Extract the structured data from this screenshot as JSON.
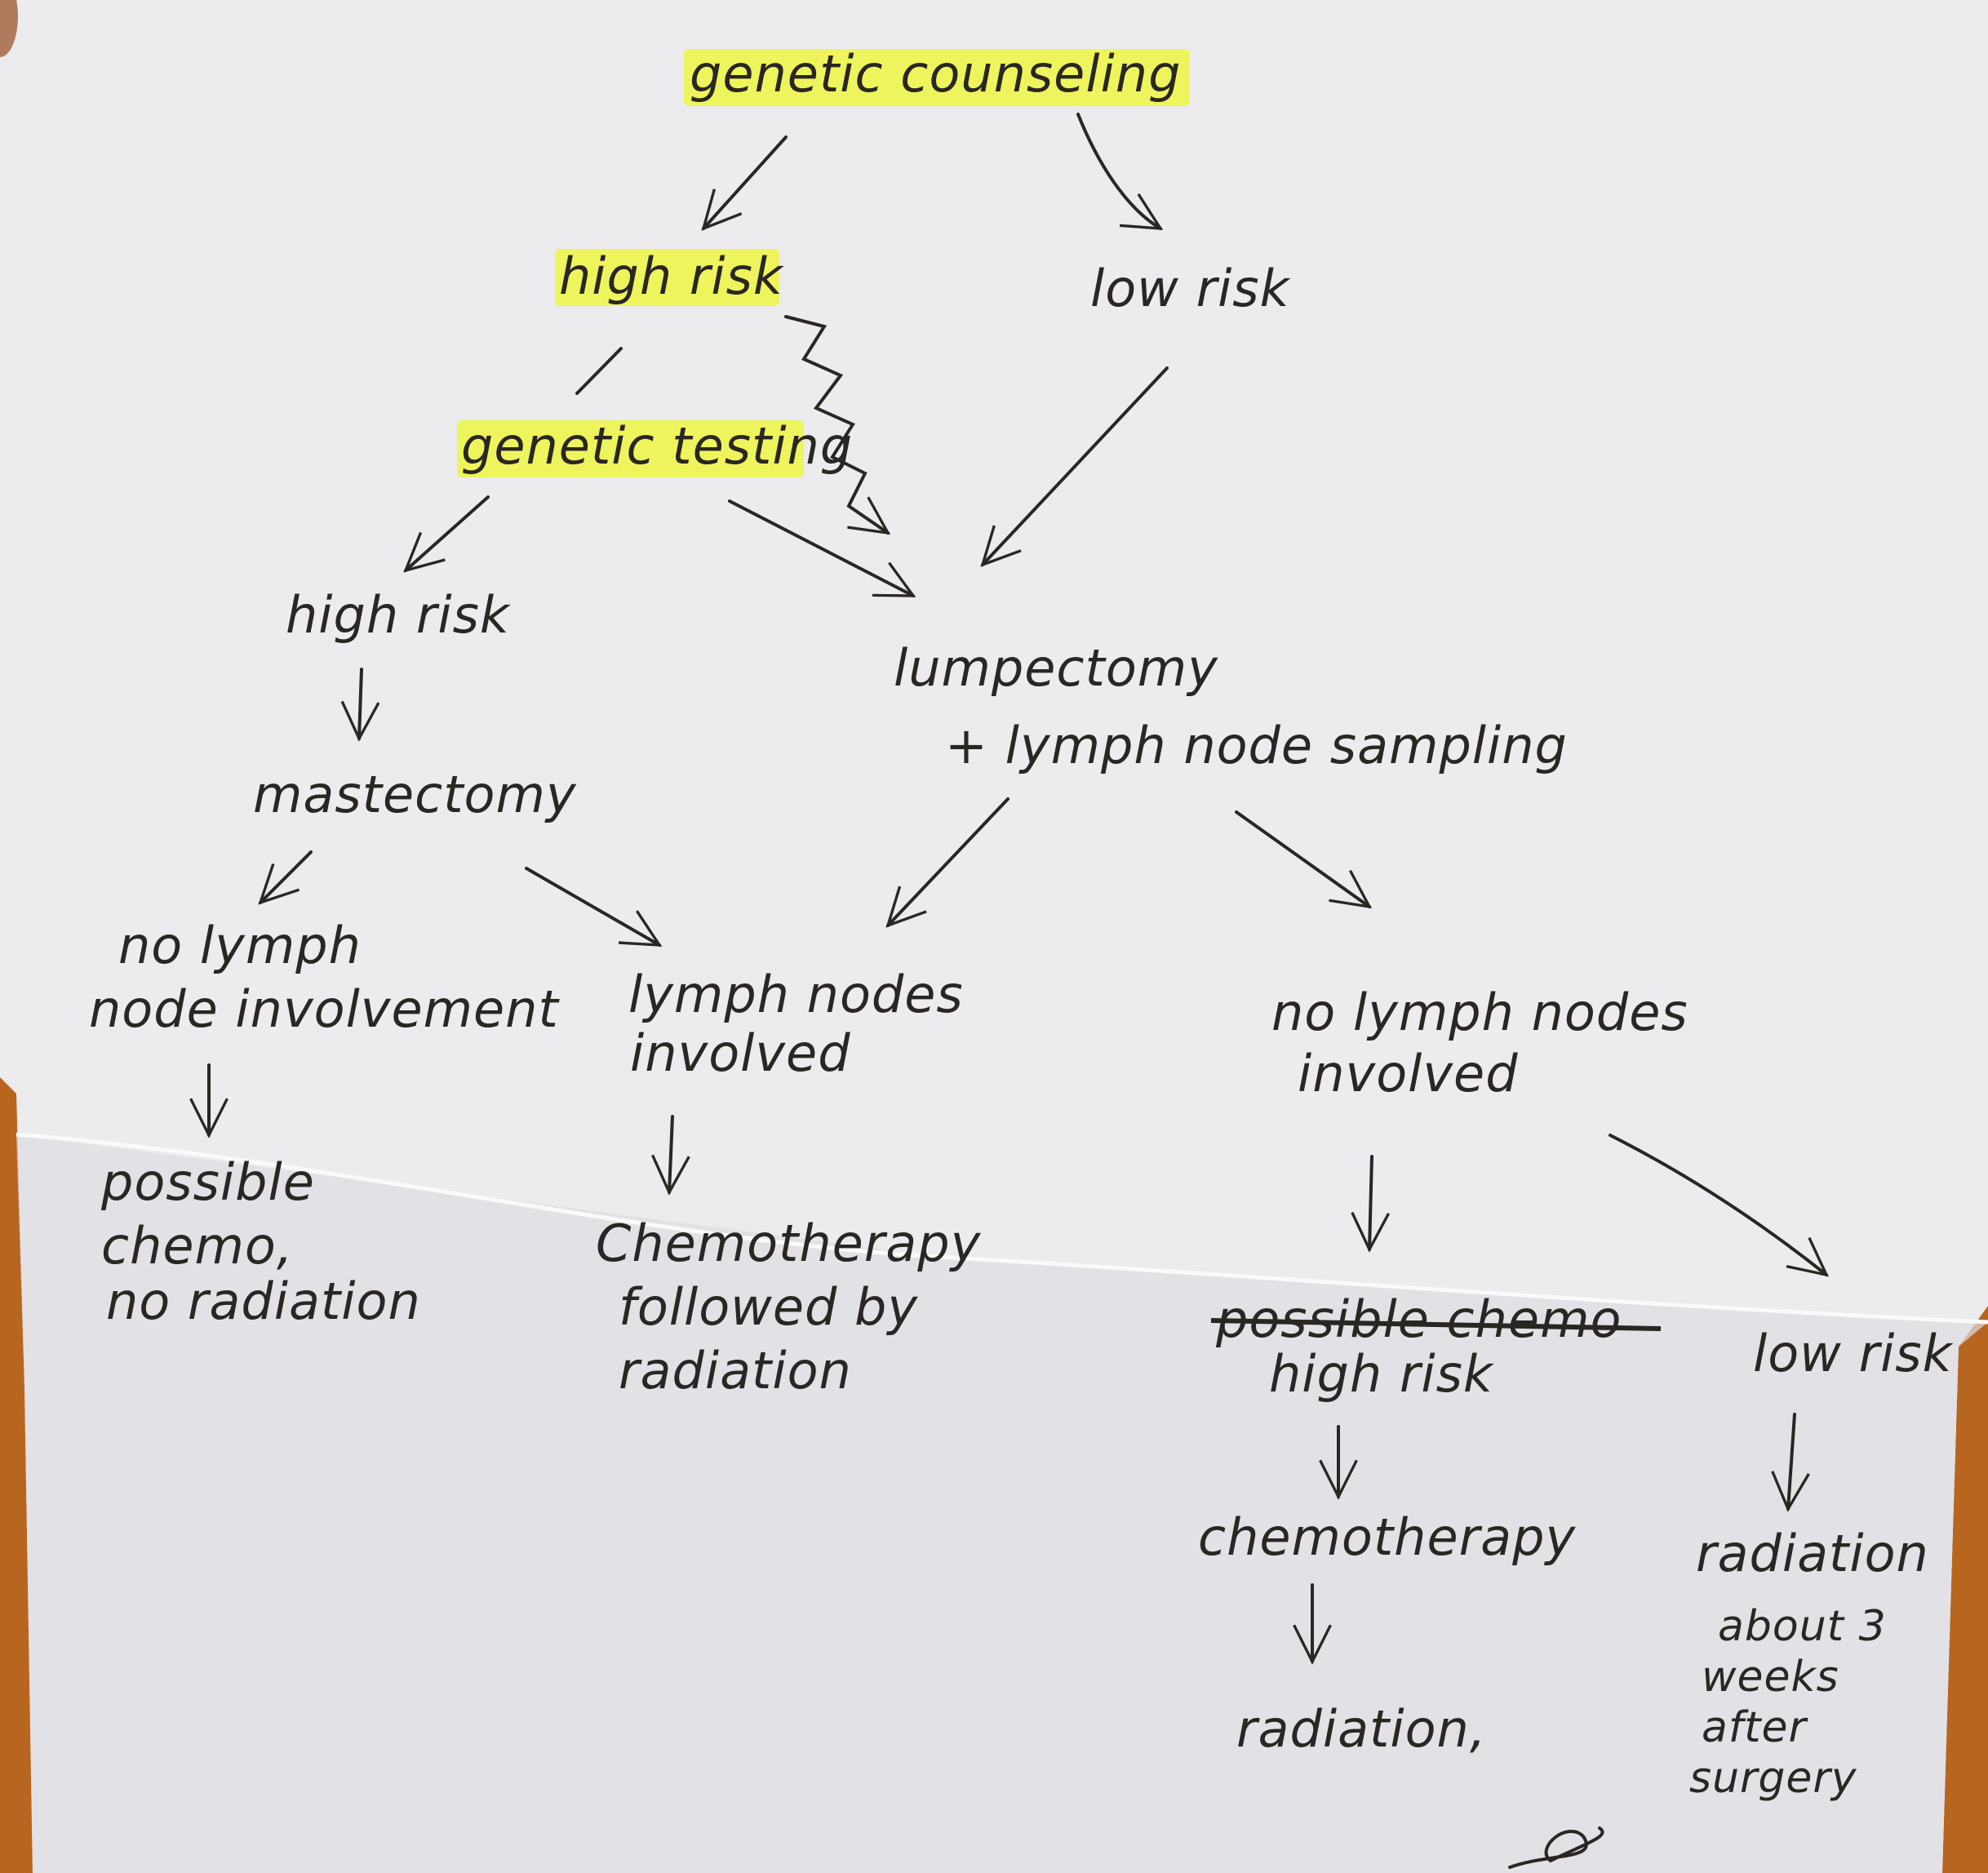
{
  "title": "Treatment decision flowchart (handwritten)",
  "colors": {
    "highlight": "#eef55c",
    "ink": "#2a2622",
    "paper": "#ecebee",
    "wood": "#b8651f"
  },
  "nodes": {
    "genetic_counseling": {
      "lines": [
        "genetic counseling"
      ],
      "highlighted": true
    },
    "high_risk_1": {
      "lines": [
        "high risk"
      ],
      "highlighted": true
    },
    "low_risk_1": {
      "lines": [
        "low risk"
      ]
    },
    "genetic_testing": {
      "lines": [
        "genetic testing"
      ],
      "highlighted": true
    },
    "high_risk_2": {
      "lines": [
        "high risk"
      ]
    },
    "lumpectomy": {
      "lines": [
        "lumpectomy",
        "+ lymph node sampling"
      ]
    },
    "mastectomy": {
      "lines": [
        "mastectomy"
      ]
    },
    "no_lymph_node_involvement": {
      "lines": [
        "no lymph",
        "node involvement"
      ]
    },
    "lymph_nodes_involved": {
      "lines": [
        "lymph nodes",
        "involved"
      ]
    },
    "no_lymph_nodes_involved": {
      "lines": [
        "no lymph nodes",
        "involved"
      ]
    },
    "possible_chemo_no_radiation": {
      "lines": [
        "possible",
        "chemo,",
        "no radiation"
      ]
    },
    "chemo_followed_by_radiation": {
      "lines": [
        "Chemotherapy",
        "followed by",
        "radiation"
      ]
    },
    "possible_chemo_struck": {
      "lines": [
        "possible chemo"
      ],
      "struck_through": true
    },
    "high_risk_3": {
      "lines": [
        "high risk"
      ]
    },
    "low_risk_3": {
      "lines": [
        "low risk"
      ]
    },
    "chemotherapy": {
      "lines": [
        "chemotherapy"
      ]
    },
    "radiation_after_chemo": {
      "lines": [
        "radiation,"
      ]
    },
    "radiation_low_risk": {
      "lines": [
        "radiation"
      ]
    },
    "radiation_timing_note": {
      "lines": [
        "about 3",
        "weeks",
        "after",
        "surgery"
      ]
    }
  },
  "edges": [
    {
      "from": "genetic_counseling",
      "to": "high_risk_1"
    },
    {
      "from": "genetic_counseling",
      "to": "low_risk_1"
    },
    {
      "from": "high_risk_1",
      "to": "genetic_testing"
    },
    {
      "from": "high_risk_1",
      "to": "lumpectomy",
      "style": "scribbled"
    },
    {
      "from": "low_risk_1",
      "to": "lumpectomy"
    },
    {
      "from": "genetic_testing",
      "to": "high_risk_2"
    },
    {
      "from": "genetic_testing",
      "to": "lumpectomy"
    },
    {
      "from": "high_risk_2",
      "to": "mastectomy"
    },
    {
      "from": "mastectomy",
      "to": "no_lymph_node_involvement"
    },
    {
      "from": "mastectomy",
      "to": "lymph_nodes_involved"
    },
    {
      "from": "lumpectomy",
      "to": "lymph_nodes_involved"
    },
    {
      "from": "lumpectomy",
      "to": "no_lymph_nodes_involved"
    },
    {
      "from": "no_lymph_node_involvement",
      "to": "possible_chemo_no_radiation"
    },
    {
      "from": "lymph_nodes_involved",
      "to": "chemo_followed_by_radiation"
    },
    {
      "from": "no_lymph_nodes_involved",
      "to": "high_risk_3"
    },
    {
      "from": "no_lymph_nodes_involved",
      "to": "low_risk_3"
    },
    {
      "from": "high_risk_3",
      "to": "chemotherapy"
    },
    {
      "from": "chemotherapy",
      "to": "radiation_after_chemo"
    },
    {
      "from": "low_risk_3",
      "to": "radiation_low_risk"
    }
  ]
}
